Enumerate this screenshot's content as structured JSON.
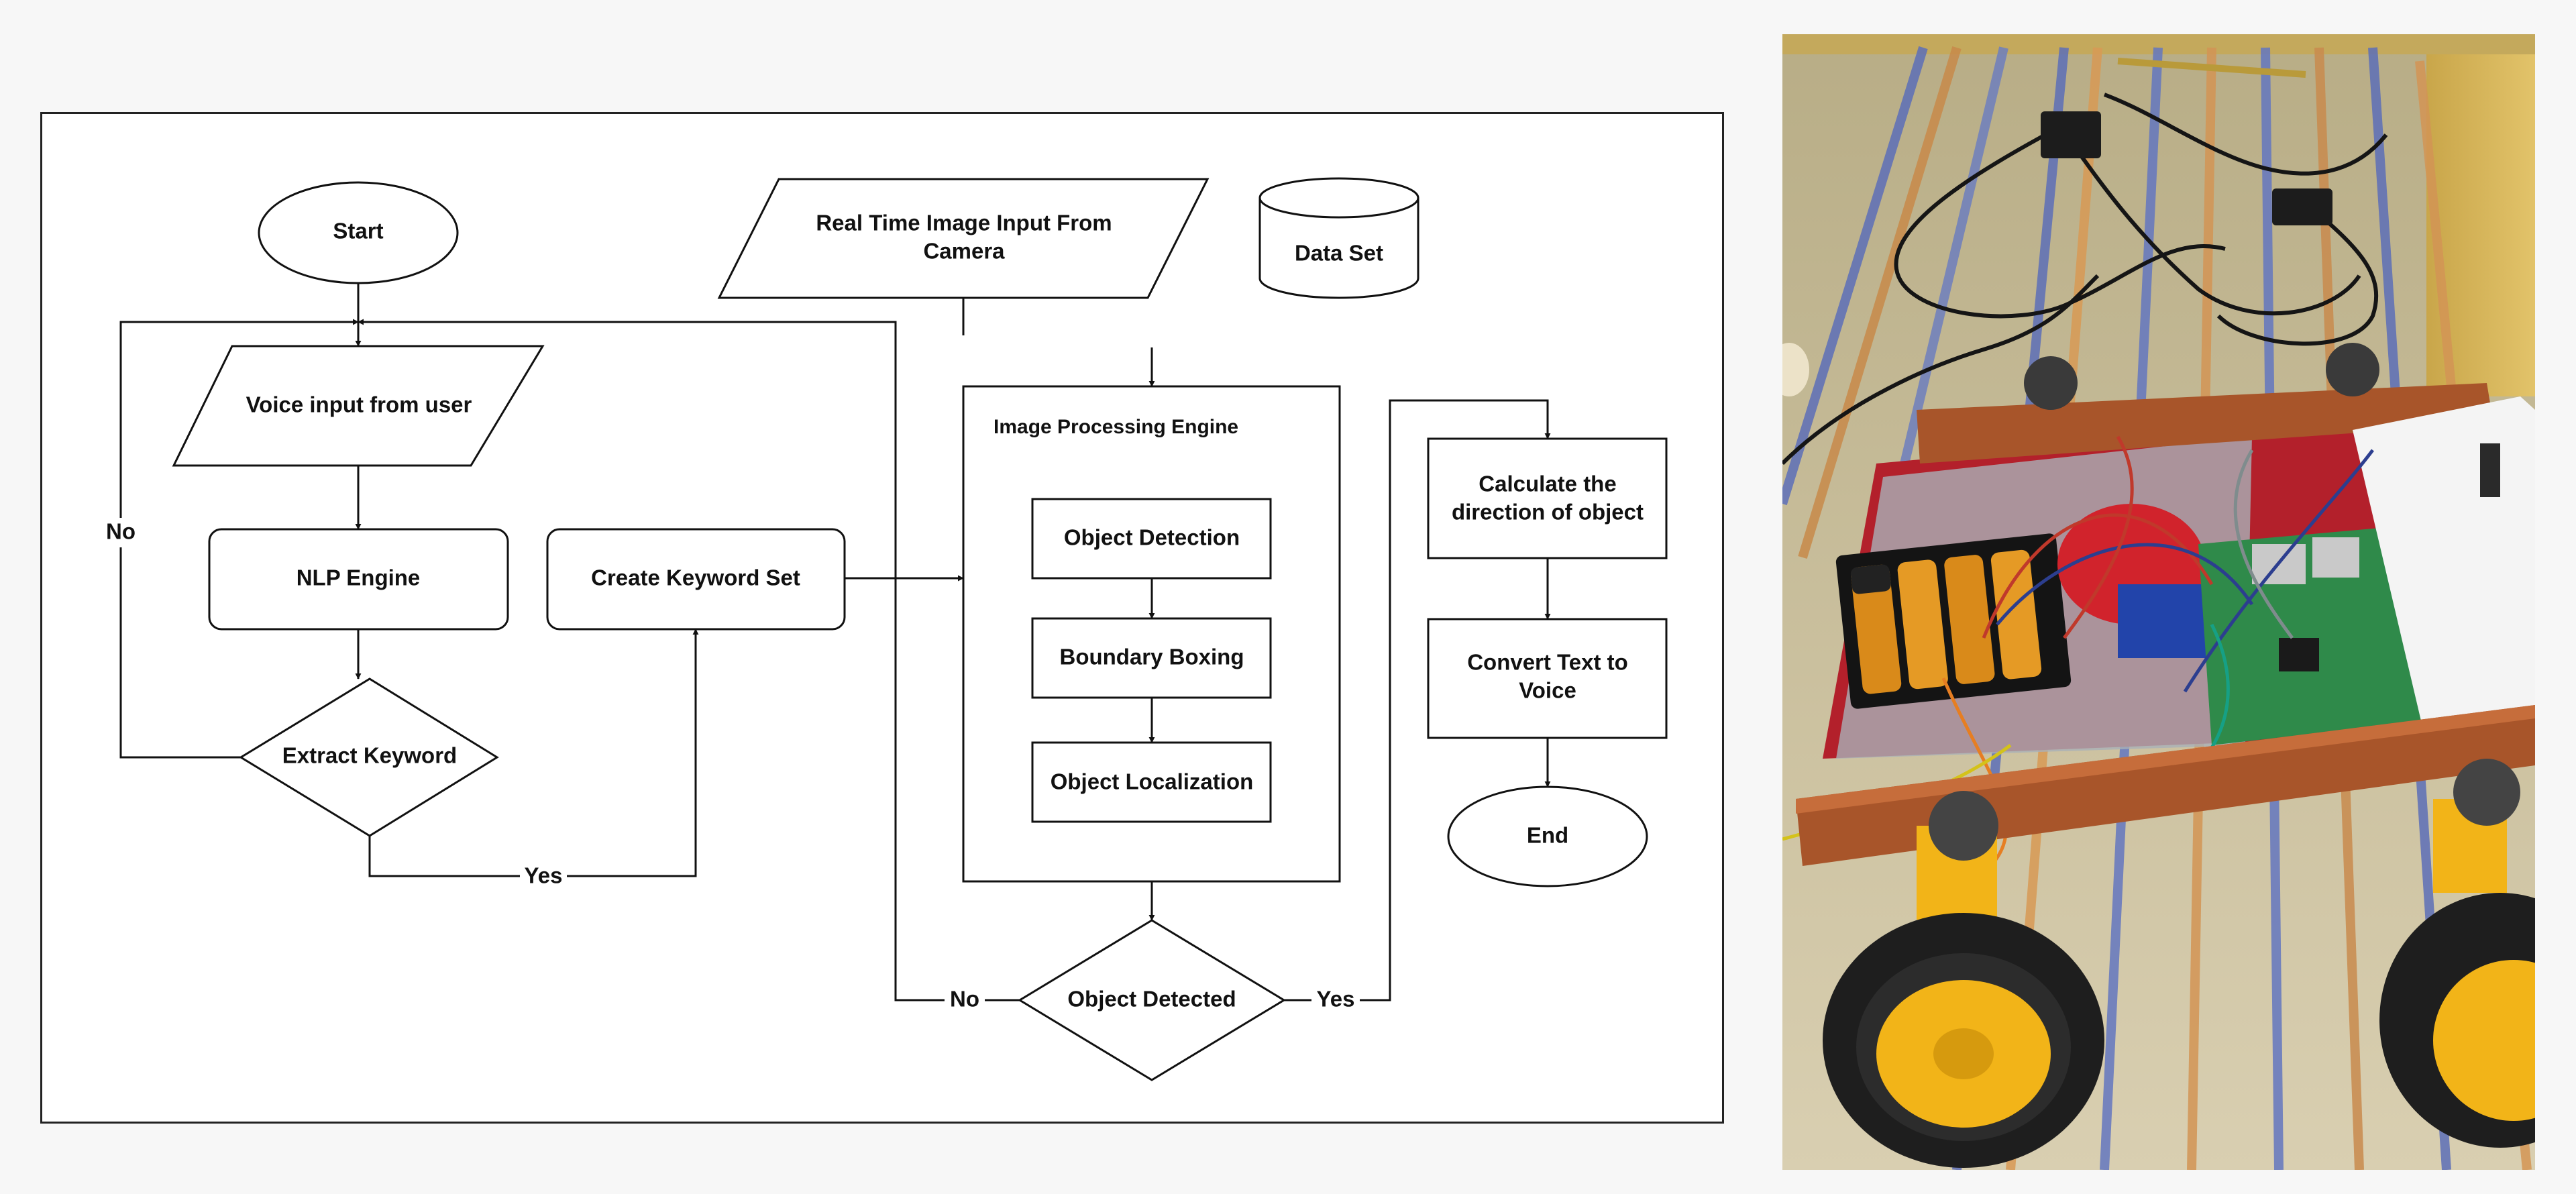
{
  "flowchart": {
    "start": "Start",
    "voice_input": "Voice input from user",
    "nlp_engine": "NLP Engine",
    "extract_keyword": "Extract Keyword",
    "create_keyword_set": "Create Keyword Set",
    "image_input_line1": "Real Time Image Input From",
    "image_input_line2": "Camera",
    "data_set": "Data Set",
    "image_processing_engine": "Image Processing Engine",
    "object_detection": "Object Detection",
    "boundary_boxing": "Boundary Boxing",
    "object_localization": "Object Localization",
    "object_detected": "Object Detected",
    "calc_direction_line1": "Calculate the",
    "calc_direction_line2": "direction of object",
    "convert_text_line1": "Convert Text to",
    "convert_text_line2": "Voice",
    "end": "End",
    "label_no_left": "No",
    "label_yes_keyword": "Yes",
    "label_no_detected": "No",
    "label_yes_detected": "Yes"
  },
  "photo": {
    "subject": "robot-car-prototype",
    "colors": {
      "wheel_tire": "#1e1e1e",
      "wheel_hub": "#f2b418",
      "wooden_frame": "#a8552a",
      "battery": "#d98a1a",
      "power_bank": "#f4f4f4",
      "circuit_board": "#2f8a4a",
      "cloth_base": "#cfc29b"
    }
  }
}
